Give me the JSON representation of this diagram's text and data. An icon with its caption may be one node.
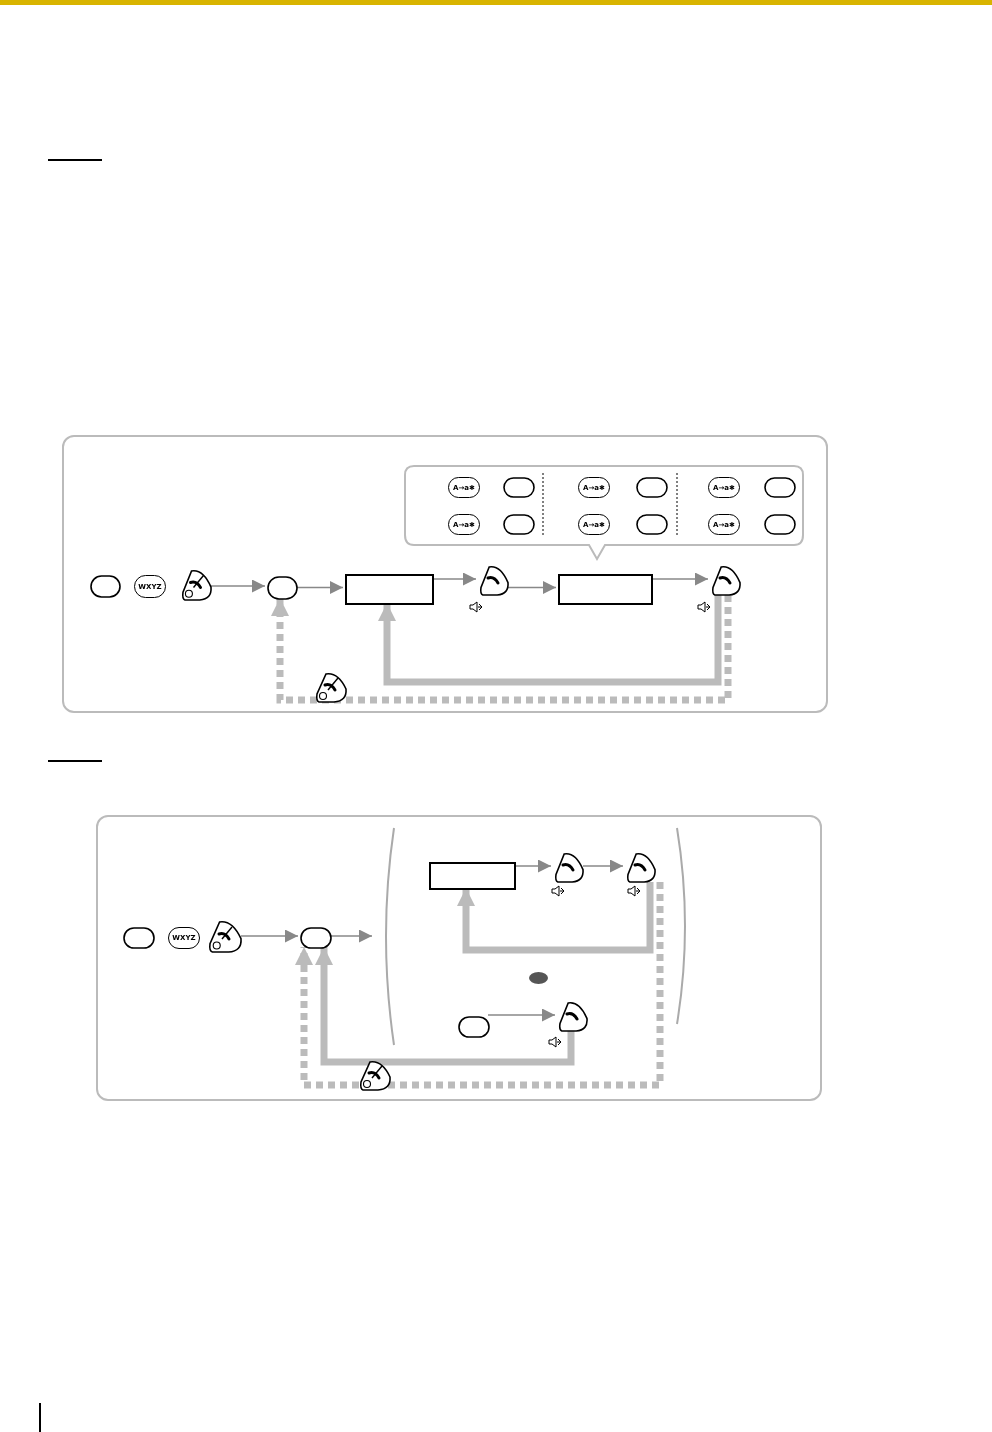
{
  "diagram": {
    "nodes": [
      {
        "text": [],
        "shape": "box"
      },
      {
        "text": [],
        "shape": "key",
        "in": 0
      },
      {
        "text": [
          "WXYZ"
        ],
        "in": 0
      },
      {
        "text": [],
        "shape": "key",
        "in": 0
      },
      {
        "text": [],
        "shape": "key",
        "in": 0
      },
      {
        "text": [],
        "shape": "box",
        "in": 0
      },
      {
        "text": [],
        "shape": "key",
        "in": 0
      },
      {
        "text": [],
        "shape": "box",
        "in": 0
      },
      {
        "text": [],
        "shape": "key",
        "in": 0
      },
      {
        "text": [],
        "shape": "callout",
        "in": 0
      },
      {
        "text": [
          "A→a✱"
        ],
        "in": 9
      },
      {
        "text": [],
        "shape": "key",
        "in": 9
      },
      {
        "text": [
          "A→a✱"
        ],
        "in": 9
      },
      {
        "text": [],
        "shape": "key",
        "in": 9
      },
      {
        "text": [
          "A→a✱"
        ],
        "in": 9
      },
      {
        "text": [],
        "shape": "key",
        "in": 9
      },
      {
        "text": [
          "A→a✱"
        ],
        "in": 9
      },
      {
        "text": [],
        "shape": "key",
        "in": 9
      },
      {
        "text": [
          "A→a✱"
        ],
        "in": 9
      },
      {
        "text": [],
        "shape": "key",
        "in": 9
      },
      {
        "text": [
          "A→a✱"
        ],
        "in": 9
      },
      {
        "text": [],
        "shape": "key",
        "in": 9
      },
      {
        "text": [],
        "shape": "box"
      },
      {
        "text": [],
        "shape": "key",
        "in": 22
      },
      {
        "text": [
          "WXYZ"
        ],
        "in": 22
      },
      {
        "text": [],
        "shape": "key",
        "in": 22
      },
      {
        "text": [],
        "shape": "key",
        "in": 22
      },
      {
        "text": [],
        "shape": "box",
        "in": 22
      },
      {
        "text": [],
        "shape": "key",
        "in": 22
      },
      {
        "text": [],
        "shape": "key",
        "in": 22
      },
      {
        "text": [],
        "shape": "ellipse",
        "in": 22
      },
      {
        "text": [],
        "shape": "key",
        "in": 22
      },
      {
        "text": [],
        "shape": "key",
        "in": 22
      }
    ],
    "edges": [
      {
        "from": 3,
        "to": 4,
        "arrow": "to"
      },
      {
        "from": 4,
        "to": 5,
        "arrow": "to"
      },
      {
        "from": 5,
        "to": 6,
        "arrow": "to"
      },
      {
        "from": 6,
        "to": 7,
        "arrow": "to"
      },
      {
        "from": 7,
        "to": 8,
        "arrow": "to"
      },
      {
        "from": 8,
        "to": 5,
        "arrow": "to",
        "style": "thick",
        "color": "#bbbbbb"
      },
      {
        "from": 8,
        "to": 4,
        "arrow": "to",
        "style": "dashed",
        "color": "#bbbbbb"
      },
      {
        "from": 25,
        "to": 26,
        "arrow": "to"
      },
      {
        "from": 26,
        "to": null,
        "arrow": "to"
      },
      {
        "from": 27,
        "to": 28,
        "arrow": "to"
      },
      {
        "from": 28,
        "to": 29,
        "arrow": "to"
      },
      {
        "from": 29,
        "to": 27,
        "arrow": "to",
        "style": "thick",
        "color": "#bbbbbb"
      },
      {
        "from": 31,
        "to": 32,
        "arrow": "to"
      },
      {
        "from": 32,
        "to": 26,
        "arrow": "to",
        "style": "thick",
        "color": "#bbbbbb"
      },
      {
        "from": 29,
        "to": 26,
        "arrow": "to",
        "style": "dashed",
        "color": "#bbbbbb"
      }
    ]
  }
}
